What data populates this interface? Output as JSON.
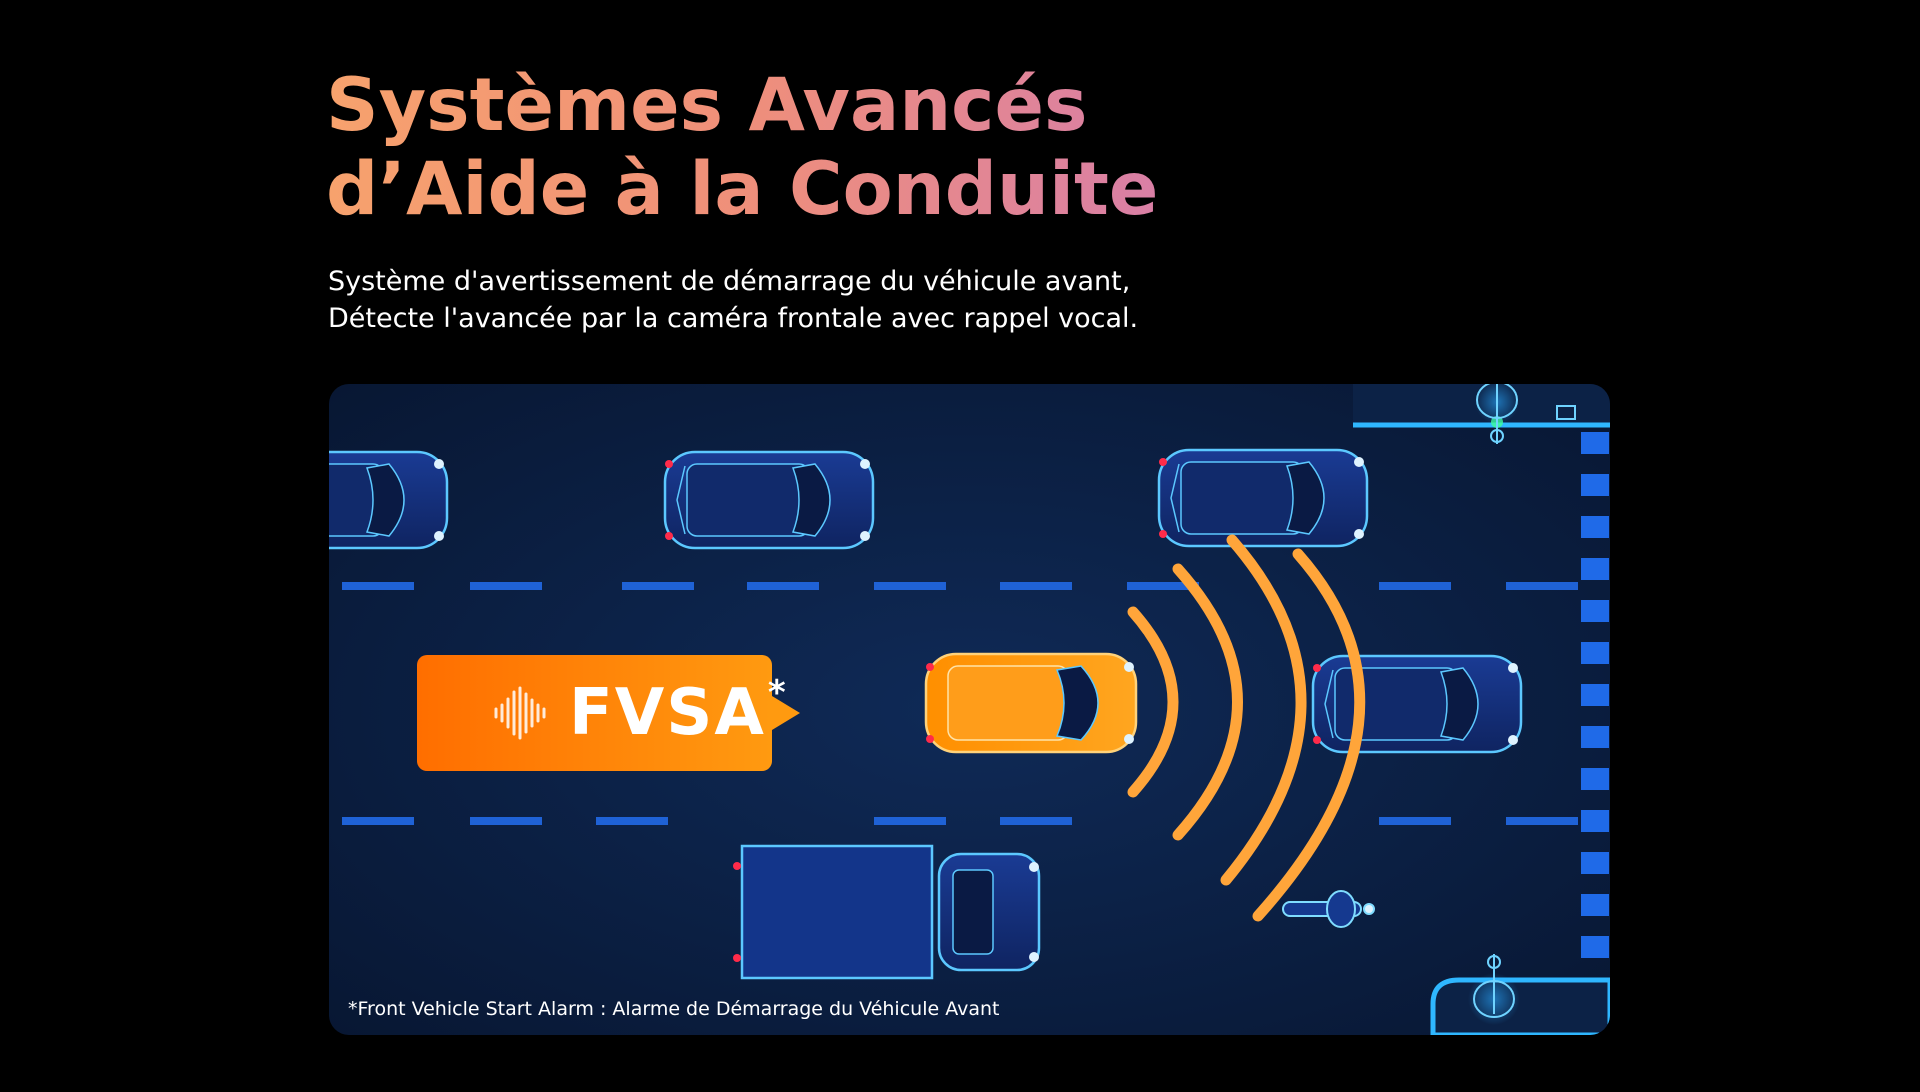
{
  "heading": {
    "line1": "Systèmes Avancés",
    "line2": "d’Aide à la Conduite"
  },
  "description": {
    "line1": "Système d'avertissement de démarrage du véhicule avant,",
    "line2": "Détecte l'avancée par la caméra frontale avec rappel vocal."
  },
  "badge": {
    "label": "FVSA",
    "marker": "*",
    "icon": "sound-wave-icon"
  },
  "footnote": "*Front Vehicle Start Alarm : Alarme de Démarrage du Véhicule Avant",
  "colors": {
    "background": "#000000",
    "road": "#0b1d3e",
    "lane_dash": "#1f62d6",
    "car_outline": "#5cc8ff",
    "car_body": "#1c3f9a",
    "ego_car": "#ff8a00",
    "alert_arc": "#ffa53a",
    "badge": "#ff7a00"
  }
}
